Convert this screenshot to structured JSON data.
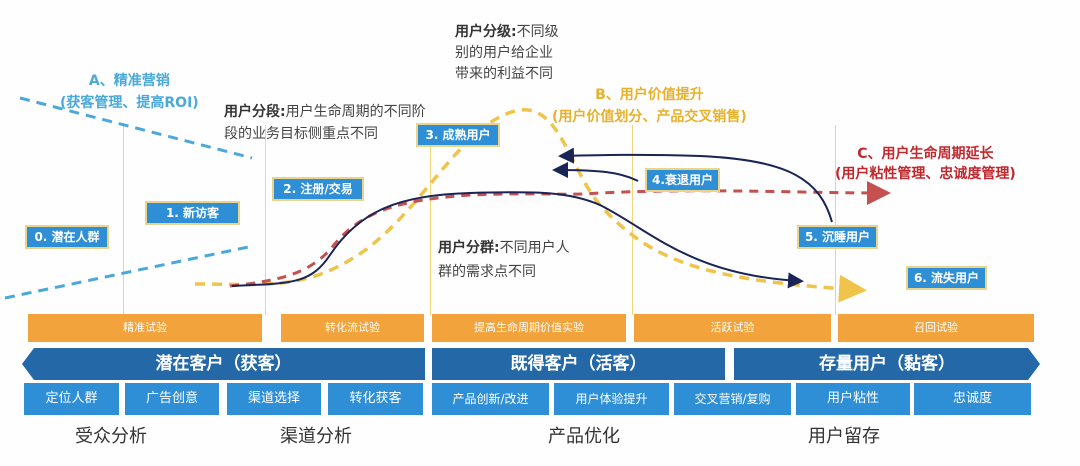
{
  "strategies": {
    "a": {
      "title": "A、精准营销",
      "sub": "(获客管理、提高ROI)",
      "color": "#4aa9d9"
    },
    "b": {
      "title": "B、用户价值提升",
      "sub": "(用户价值划分、产品交叉销售)",
      "color": "#e7b12b"
    },
    "c": {
      "title": "C、用户生命周期延长",
      "sub": "(用户粘性管理、忠诚度管理)",
      "color": "#c0282d"
    }
  },
  "notes": {
    "segment": {
      "head": "用户分段:",
      "line1": "用户生命周期的不同阶",
      "line2": "段的业务目标侧重点不同"
    },
    "grade": {
      "head": "用户分级:",
      "line1": "不同级",
      "line2": "别的用户给企业",
      "line3": "带来的利益不同"
    },
    "group": {
      "head": "用户分群:",
      "line1": "不同用户人",
      "line2": "群的需求点不同"
    }
  },
  "stages": [
    "0. 潜在人群",
    "1. 新访客",
    "2. 注册/交易",
    "3. 成熟用户",
    "4.衰退用户",
    "5. 沉睡用户",
    "6. 流失用户"
  ],
  "experiments": [
    "精准试验",
    "转化流试验",
    "提高生命周期价值实验",
    "活跃试验",
    "召回试验"
  ],
  "bands": [
    "潜在客户（获客）",
    "既得客户（活客）",
    "存量用户（黏客）"
  ],
  "actions": [
    "定位人群",
    "广告创意",
    "渠道选择",
    "转化获客",
    "产品创新/改进",
    "用户体验提升",
    "交叉营销/复购",
    "用户粘性",
    "忠诚度"
  ],
  "categories": [
    "受众分析",
    "渠道分析",
    "产品优化",
    "用户留存"
  ]
}
